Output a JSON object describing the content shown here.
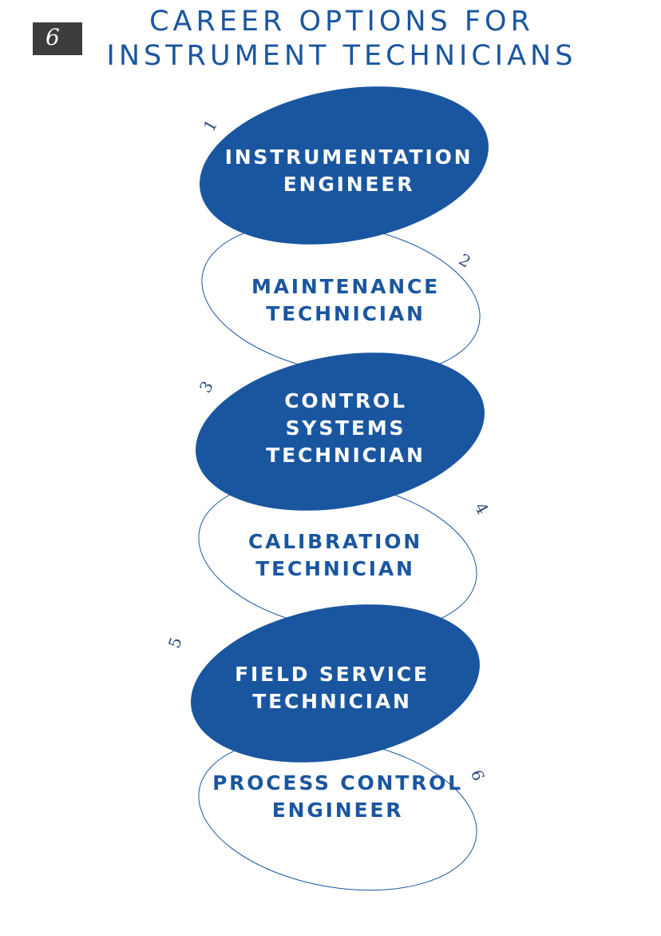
{
  "badge": "6",
  "title": {
    "line1": "CAREER OPTIONS FOR",
    "line2": "INSTRUMENT TECHNICIANS"
  },
  "colors": {
    "primary": "#1a56a0",
    "outline": "#1a56a0",
    "filled_text": "#ffffff",
    "badge_bg": "#3d3d3d"
  },
  "steps": [
    {
      "number": "1",
      "label": "INSTRUMENTATION\nENGINEER",
      "style": "filled"
    },
    {
      "number": "2",
      "label": "MAINTENANCE\nTECHNICIAN",
      "style": "outline"
    },
    {
      "number": "3",
      "label": "CONTROL\nSYSTEMS\nTECHNICIAN",
      "style": "filled"
    },
    {
      "number": "4",
      "label": "CALIBRATION\nTECHNICIAN",
      "style": "outline"
    },
    {
      "number": "5",
      "label": "FIELD SERVICE\nTECHNICIAN",
      "style": "filled"
    },
    {
      "number": "6",
      "label": "PROCESS CONTROL\nENGINEER",
      "style": "outline"
    }
  ]
}
